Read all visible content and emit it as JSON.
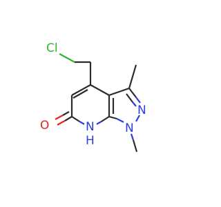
{
  "molecule": {
    "atoms": {
      "chlorine": "Cl",
      "nitrogen_ring": "N",
      "nitrogen_methyl": "N",
      "oxygen": "O",
      "nitrogen_h": "N",
      "hydrogen": "H"
    },
    "colors": {
      "bond": "#2b2b2b",
      "chlorine": "#2fb52f",
      "oxygen": "#e8211c",
      "nitrogen": "#2b3ce0"
    }
  }
}
